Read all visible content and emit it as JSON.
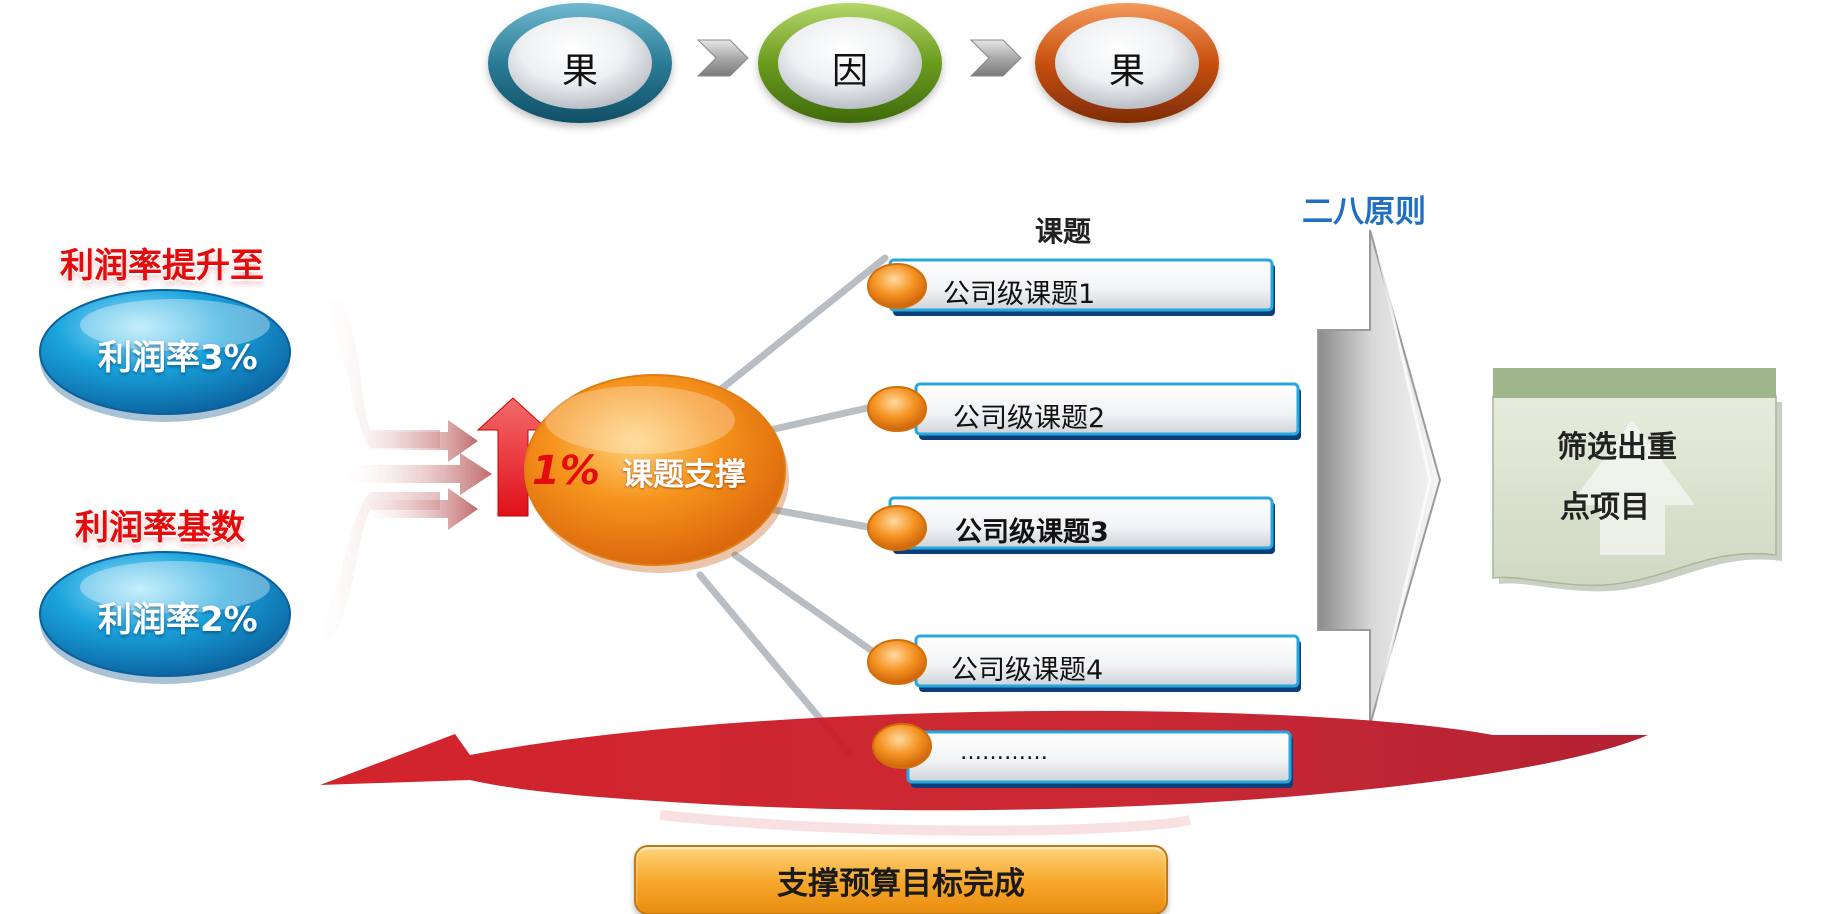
{
  "flow_steps": [
    "果",
    "因",
    "果"
  ],
  "left": {
    "target_label": "利润率提升至",
    "target_value": "利润率3%",
    "base_label": "利润率基数",
    "base_value": "利润率2%"
  },
  "increase": "1%",
  "hub": "课题支撑",
  "topics_title": "课题",
  "topics": [
    "公司级课题1",
    "公司级课题2",
    "公司级课题3",
    "公司级课题4",
    "…………"
  ],
  "principle": "二八原则",
  "result": {
    "line1": "筛选出重",
    "line2": "点项目"
  },
  "bottom_button": "支撑预算目标完成",
  "colors": {
    "red": "#e30b0b",
    "blue_principle": "#1f6fc4",
    "hub_orange": "#f08a12",
    "step_blue": "#2b7b96",
    "step_green": "#6b9b1f",
    "step_orange": "#c8500e",
    "arc_red": "#c8202c",
    "doc_green": "#9fb58a"
  }
}
